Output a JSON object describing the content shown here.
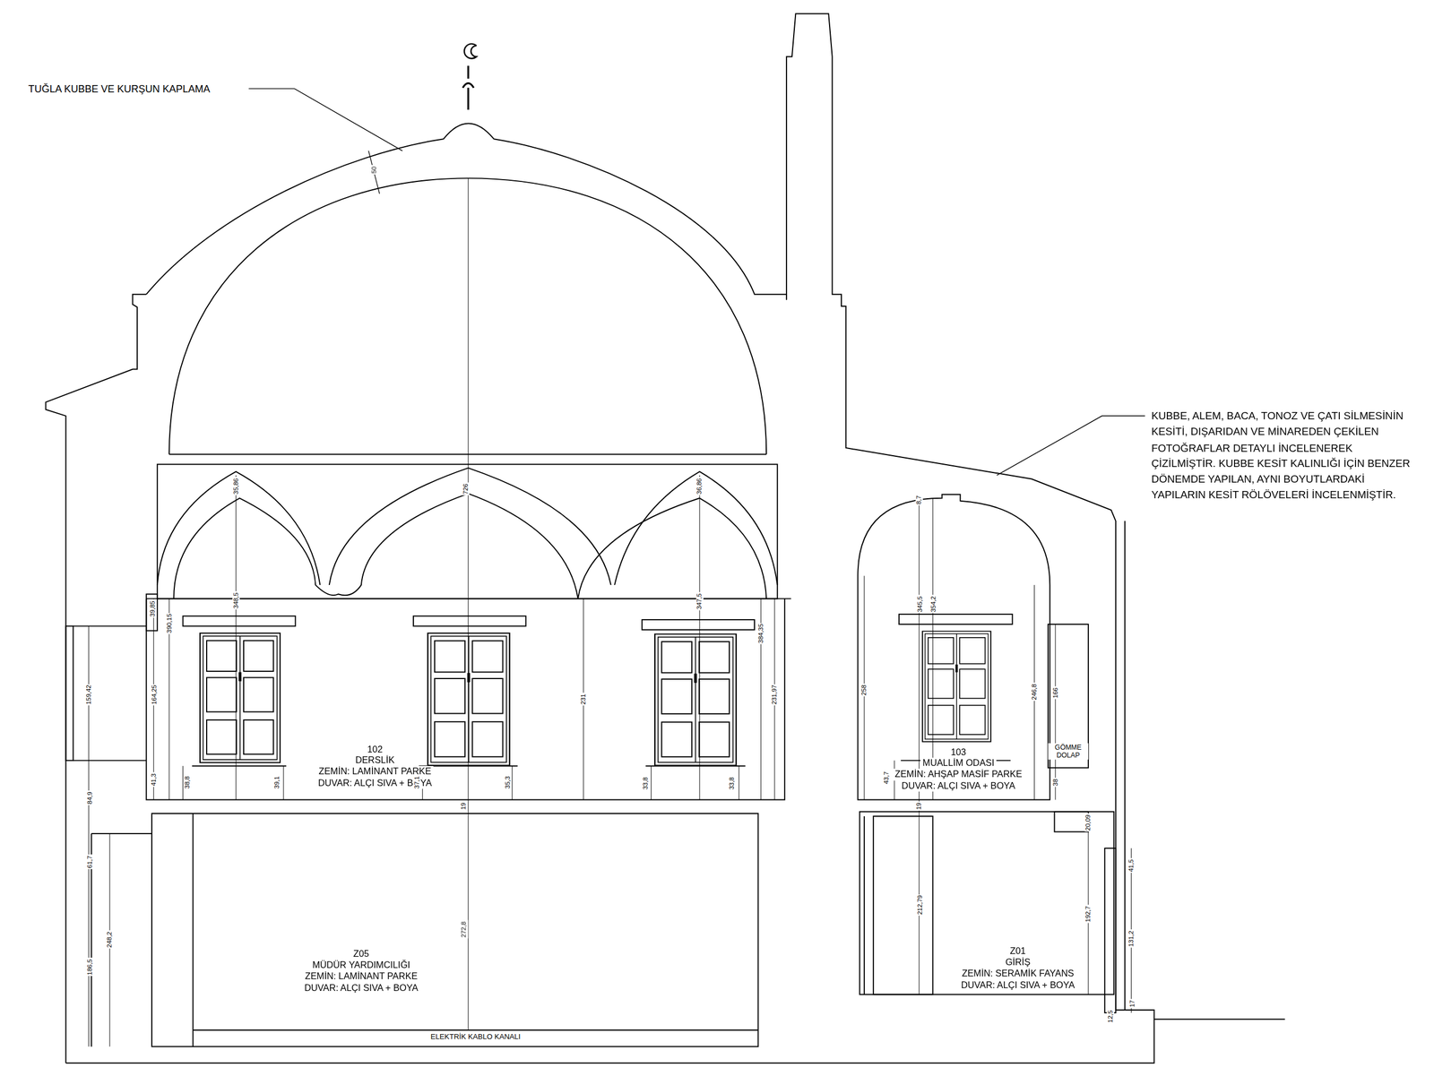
{
  "diagram": {
    "nodes": [
      {
        "text": [
          "102",
          "DERSLİK",
          "ZEMİN: LAMİNANT PARKE",
          "DUVAR: ALÇI SIVA + BOYA"
        ]
      },
      {
        "text": [
          "103",
          "MUALLİM ODASI",
          "ZEMİN: AHŞAP MASİF PARKE",
          "DUVAR: ALÇI SIVA + BOYA"
        ]
      },
      {
        "text": [
          "GÖMME DOLAP"
        ]
      },
      {
        "text": [
          "Z05",
          "MÜDÜR YARDIMCILIĞI",
          "ZEMİN: LAMİNANT PARKE",
          "DUVAR: ALÇI SIVA + BOYA"
        ]
      },
      {
        "text": [
          "ELEKTRİK KABLO KANALI"
        ],
        "in": 3
      },
      {
        "text": [
          "Z01",
          "GİRİŞ",
          "ZEMİN: SERAMİK FAYANS",
          "DUVAR: ALÇI SIVA + BOYA"
        ]
      }
    ],
    "labels": [
      "TUĞLA KUBBE VE KURŞUN KAPLAMA",
      "KUBBE, ALEM, BACA, TONOZ VE ÇATI SİLMESİNİN KESİTİ, DIŞARIDAN VE MİNAREDEN ÇEKİLEN FOTOĞRAFLAR DETAYLI İNCELENEREK ÇİZİLMİŞTİR. KUBBE KESİT KALINLIĞI İÇİN BENZER DÖNEMDE YAPILAN, AYNI BOYUTLARDAKİ YAPILARIN KESİT RÖLÖVELERİ İNCELENMİŞTİR.",
      "50",
      "35,86",
      "726",
      "36,86",
      "8,7",
      "348,5",
      "347,5",
      "345,5",
      "354,2",
      "39,85",
      "390,15",
      "384,35",
      "164,25",
      "159,42",
      "231",
      "231,97",
      "258",
      "246,8",
      "166",
      "41,3",
      "38,8",
      "39,1",
      "37,1",
      "35,3",
      "33,8",
      "33,8",
      "43,7",
      "38",
      "84,9",
      "19",
      "19",
      "61,7",
      "20,09",
      "41,5",
      "212,79",
      "192,7",
      "272,8",
      "248,2",
      "186,5",
      "131,2",
      "17",
      "12,5"
    ]
  }
}
